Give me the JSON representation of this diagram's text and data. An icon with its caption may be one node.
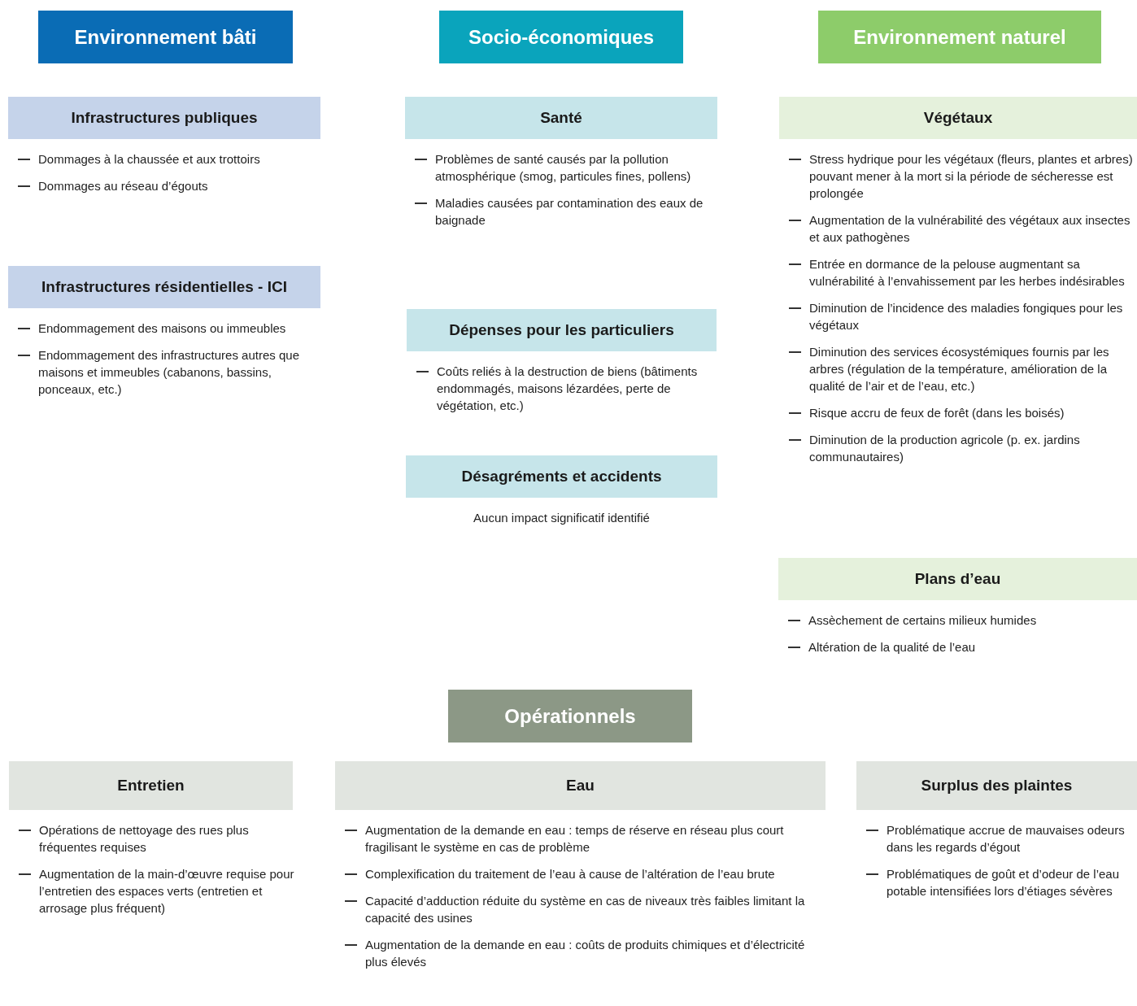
{
  "diagram": {
    "nodes": [
      {
        "text": [
          "Environnement bâti"
        ]
      },
      {
        "text": [
          "Socio-économiques"
        ]
      },
      {
        "text": [
          "Environnement naturel"
        ]
      },
      {
        "text": [
          "Infrastructures publiques"
        ],
        "beside": [
          "Dommages à la chaussée et aux trottoirs",
          "Dommages au réseau d’égouts"
        ]
      },
      {
        "text": [
          "Santé"
        ],
        "beside": [
          "Problèmes de santé causés par la pollution atmosphérique (smog, particules fines, pollens)",
          "Maladies causées par contamination des eaux de baignade"
        ]
      },
      {
        "text": [
          "Végétaux"
        ],
        "beside": [
          "Stress hydrique pour les végétaux (fleurs, plantes et arbres) pouvant mener à la mort si la période de sécheresse est prolongée",
          "Augmentation de la vulnérabilité des végétaux aux insectes et aux pathogènes",
          "Entrée en dormance de la pelouse augmentant sa vulnérabilité à l’envahissement par les herbes indésirables",
          "Diminution de l’incidence des maladies fongiques pour les végétaux",
          "Diminution des services écosystémiques fournis par les arbres (régulation de la température, amélioration de la qualité de l’air et de l’eau, etc.)",
          "Risque accru de feux de forêt (dans les boisés)",
          "Diminution de la production agricole (p. ex. jardins communautaires)"
        ]
      },
      {
        "text": [
          "Infrastructures résidentielles - ICI"
        ],
        "beside": [
          "Endommagement des maisons ou immeubles",
          "Endommagement des infrastructures autres que maisons et immeubles (cabanons, bassins, ponceaux, etc.)"
        ]
      },
      {
        "text": [
          "Dépenses pour les particuliers"
        ],
        "beside": [
          "Coûts reliés à la destruction de biens (bâtiments endommagés, maisons lézardées, perte de végétation, etc.)"
        ]
      },
      {
        "text": [
          "Désagréments et accidents"
        ]
      },
      {
        "text": [
          "Plans d’eau"
        ],
        "beside": [
          "Assèchement de certains milieux humides",
          "Altération de la qualité de l’eau"
        ]
      },
      {
        "text": [
          "Opérationnels"
        ]
      },
      {
        "text": [
          "Entretien"
        ],
        "beside": [
          "Opérations de nettoyage des rues plus fréquentes requises",
          "Augmentation de la main-d’œuvre requise pour l’entretien des espaces verts (entretien et arrosage plus fréquent)"
        ]
      },
      {
        "text": [
          "Eau"
        ],
        "beside": [
          "Augmentation de la demande en eau : temps de réserve en réseau plus court fragilisant le système en cas de problème",
          "Complexification du traitement de l’eau à cause de l’altération de l’eau brute",
          "Capacité d’adduction réduite du système en cas de niveaux très faibles limitant la capacité des usines",
          "Augmentation de la demande en eau : coûts de produits chimiques et d’électricité plus élevés"
        ]
      },
      {
        "text": [
          "Surplus des plaintes"
        ],
        "beside": [
          "Problématique accrue de mauvaises odeurs dans les regards d’égout",
          "Problématiques de goût et d’odeur de l’eau potable intensifiées lors d’étiages sévères"
        ]
      }
    ],
    "labels": [
      "Aucun impact significatif identifié"
    ]
  }
}
